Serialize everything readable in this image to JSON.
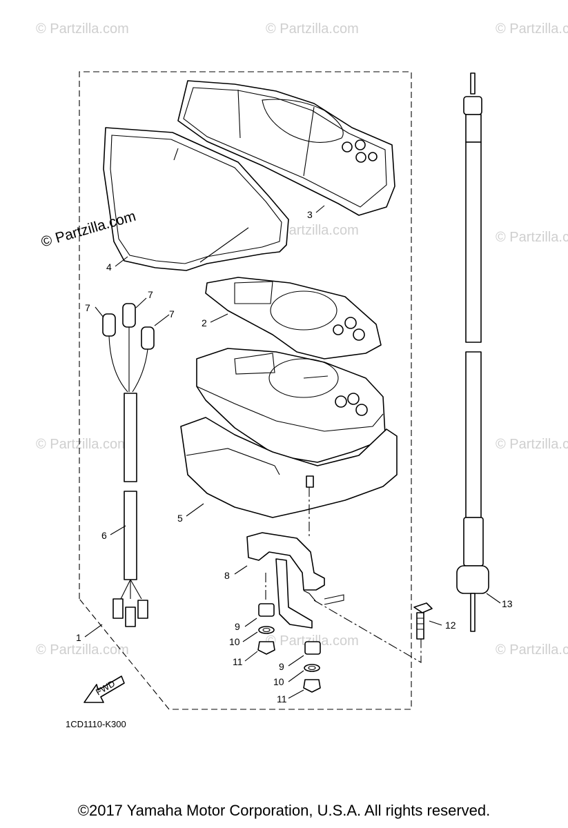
{
  "diagram": {
    "part_code": "1CD1110-K300",
    "fwd_label": "FWD",
    "copyright": "©2017  Yamaha Motor Corporation, U.S.A. All rights reserved.",
    "watermark": "© Partzilla.com",
    "callouts": {
      "n1": "1",
      "n2": "2",
      "n3": "3",
      "n4": "4",
      "n5": "5",
      "n6": "6",
      "n7": "7",
      "n8": "8",
      "n9": "9",
      "n10": "10",
      "n11": "11",
      "n12": "12",
      "n13": "13"
    }
  }
}
